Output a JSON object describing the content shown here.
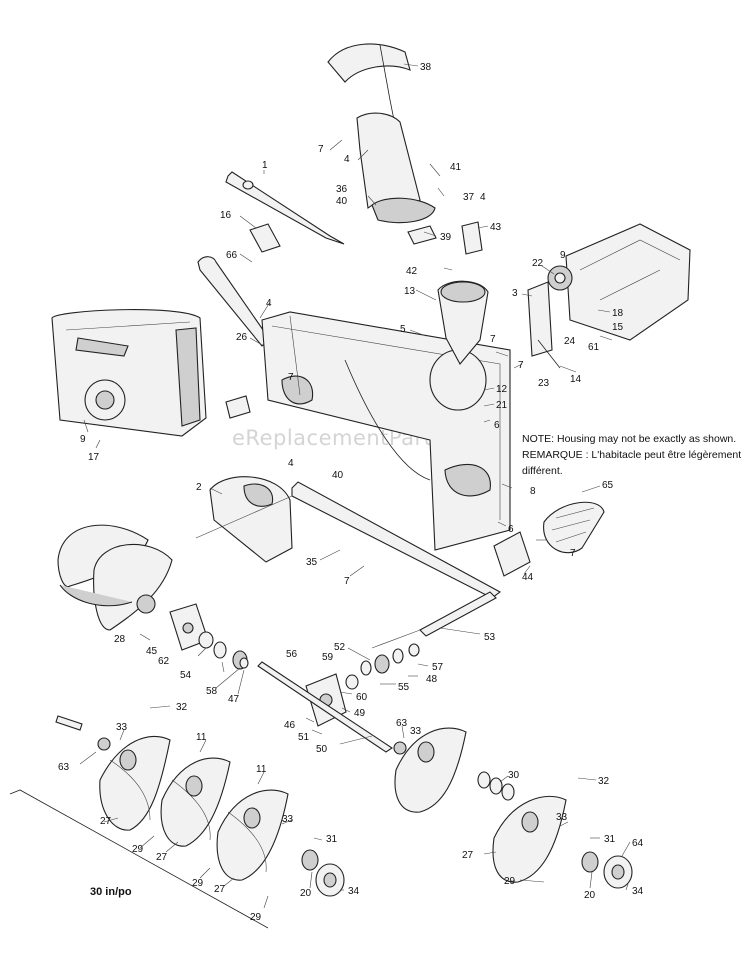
{
  "watermark": "eReplacementParts.com",
  "note_en": "NOTE: Housing may not be exactly as shown.",
  "note_fr_1": "REMARQUE : L'habitacle peut être légèrement",
  "note_fr_2": "différent.",
  "scale_label": "30 in/po",
  "callouts": [
    {
      "id": "c38",
      "text": "38"
    },
    {
      "id": "c7a",
      "text": "7"
    },
    {
      "id": "c4a",
      "text": "4"
    },
    {
      "id": "c41",
      "text": "41"
    },
    {
      "id": "c36",
      "text": "36"
    },
    {
      "id": "c37",
      "text": "37"
    },
    {
      "id": "c40a",
      "text": "40"
    },
    {
      "id": "c4b",
      "text": "4"
    },
    {
      "id": "c1",
      "text": "1"
    },
    {
      "id": "c16",
      "text": "16"
    },
    {
      "id": "c39",
      "text": "39"
    },
    {
      "id": "c43",
      "text": "43"
    },
    {
      "id": "c66",
      "text": "66"
    },
    {
      "id": "c42",
      "text": "42"
    },
    {
      "id": "c13",
      "text": "13"
    },
    {
      "id": "c22",
      "text": "22"
    },
    {
      "id": "c9a",
      "text": "9"
    },
    {
      "id": "c3",
      "text": "3"
    },
    {
      "id": "c4c",
      "text": "4"
    },
    {
      "id": "c18",
      "text": "18"
    },
    {
      "id": "c15",
      "text": "15"
    },
    {
      "id": "c5",
      "text": "5"
    },
    {
      "id": "c26",
      "text": "26"
    },
    {
      "id": "c24",
      "text": "24"
    },
    {
      "id": "c61",
      "text": "61"
    },
    {
      "id": "c7b",
      "text": "7"
    },
    {
      "id": "c7c",
      "text": "7"
    },
    {
      "id": "c14",
      "text": "14"
    },
    {
      "id": "c23",
      "text": "23"
    },
    {
      "id": "c7d",
      "text": "7"
    },
    {
      "id": "c12",
      "text": "12"
    },
    {
      "id": "c21",
      "text": "21"
    },
    {
      "id": "c6a",
      "text": "6"
    },
    {
      "id": "c9b",
      "text": "9"
    },
    {
      "id": "c17",
      "text": "17"
    },
    {
      "id": "c4d",
      "text": "4"
    },
    {
      "id": "c40b",
      "text": "40"
    },
    {
      "id": "c8",
      "text": "8"
    },
    {
      "id": "c2",
      "text": "2"
    },
    {
      "id": "c65",
      "text": "65"
    },
    {
      "id": "c6b",
      "text": "6"
    },
    {
      "id": "c7e",
      "text": "7"
    },
    {
      "id": "c35",
      "text": "35"
    },
    {
      "id": "c44",
      "text": "44"
    },
    {
      "id": "c7f",
      "text": "7"
    },
    {
      "id": "c28",
      "text": "28"
    },
    {
      "id": "c53",
      "text": "53"
    },
    {
      "id": "c45",
      "text": "45"
    },
    {
      "id": "c52",
      "text": "52"
    },
    {
      "id": "c62",
      "text": "62"
    },
    {
      "id": "c56",
      "text": "56"
    },
    {
      "id": "c59",
      "text": "59"
    },
    {
      "id": "c57",
      "text": "57"
    },
    {
      "id": "c54",
      "text": "54"
    },
    {
      "id": "c48",
      "text": "48"
    },
    {
      "id": "c58",
      "text": "58"
    },
    {
      "id": "c47",
      "text": "47"
    },
    {
      "id": "c55",
      "text": "55"
    },
    {
      "id": "c60",
      "text": "60"
    },
    {
      "id": "c49",
      "text": "49"
    },
    {
      "id": "c32a",
      "text": "32"
    },
    {
      "id": "c46",
      "text": "46"
    },
    {
      "id": "c51",
      "text": "51"
    },
    {
      "id": "c33a",
      "text": "33"
    },
    {
      "id": "c11a",
      "text": "11"
    },
    {
      "id": "c63a",
      "text": "63"
    },
    {
      "id": "c33b",
      "text": "33"
    },
    {
      "id": "c50",
      "text": "50"
    },
    {
      "id": "c63b",
      "text": "63"
    },
    {
      "id": "c11b",
      "text": "11"
    },
    {
      "id": "c30",
      "text": "30"
    },
    {
      "id": "c32b",
      "text": "32"
    },
    {
      "id": "c27a",
      "text": "27"
    },
    {
      "id": "c29a",
      "text": "29"
    },
    {
      "id": "c27b",
      "text": "27"
    },
    {
      "id": "c33c",
      "text": "33"
    },
    {
      "id": "c31a",
      "text": "31"
    },
    {
      "id": "c29b",
      "text": "29"
    },
    {
      "id": "c27c",
      "text": "27"
    },
    {
      "id": "c20a",
      "text": "20"
    },
    {
      "id": "c34a",
      "text": "34"
    },
    {
      "id": "c29c",
      "text": "29"
    },
    {
      "id": "c33d",
      "text": "33"
    },
    {
      "id": "c31b",
      "text": "31"
    },
    {
      "id": "c64",
      "text": "64"
    },
    {
      "id": "c27d",
      "text": "27"
    },
    {
      "id": "c29d",
      "text": "29"
    },
    {
      "id": "c20b",
      "text": "20"
    },
    {
      "id": "c34b",
      "text": "34"
    }
  ]
}
